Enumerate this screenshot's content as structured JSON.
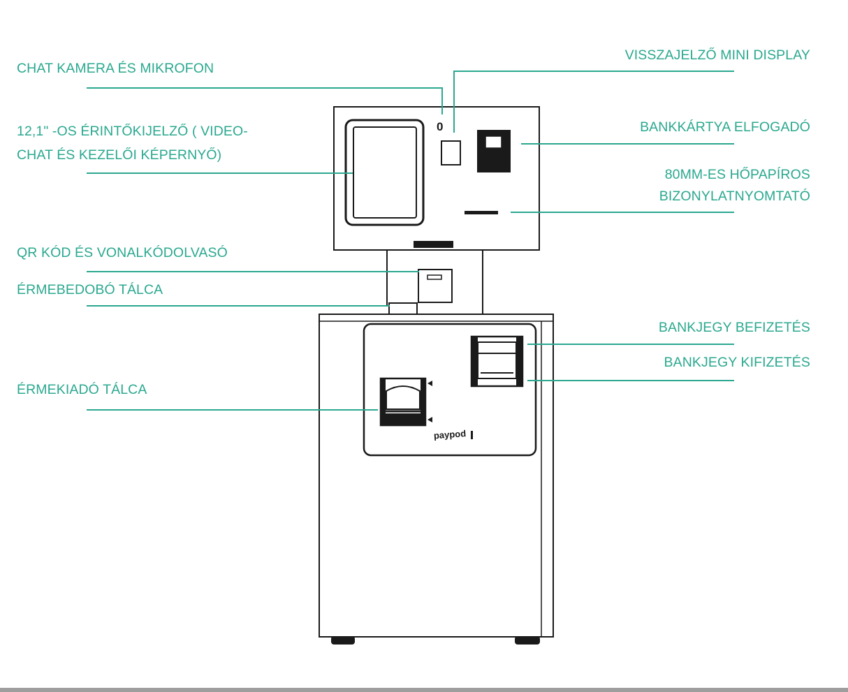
{
  "labels": {
    "chat_camera": "CHAT KAMERA ÉS MIKROFON",
    "touchscreen_line1": "12,1\" -OS ÉRINTŐKIJELZŐ ( VIDEO-",
    "touchscreen_line2": "CHAT ÉS KEZELŐI KÉPERNYŐ)",
    "qr_reader": "QR KÓD ÉS VONALKÓDOLVASÓ",
    "coin_insert": "ÉRMEBEDOBÓ TÁLCA",
    "coin_dispense": "ÉRMEKIADÓ TÁLCA",
    "mini_display": "VISSZAJELZŐ MINI DISPLAY",
    "card_acceptor": "BANKKÁRTYA ELFOGADÓ",
    "printer_line1": "80MM-ES HŐPAPÍROS",
    "printer_line2": "BIZONYLATNYOMTATÓ",
    "note_deposit": "BANKJEGY BEFIZETÉS",
    "note_payout": "BANKJEGY KIFIZETÉS"
  },
  "device": {
    "camera_glyph": "0",
    "logo_text": "paypod"
  },
  "colors": {
    "label": "#2aa88f",
    "leader_line": "#2aa88f",
    "outline": "#1a1a1a",
    "bottom_bar": "#9e9e9e"
  }
}
